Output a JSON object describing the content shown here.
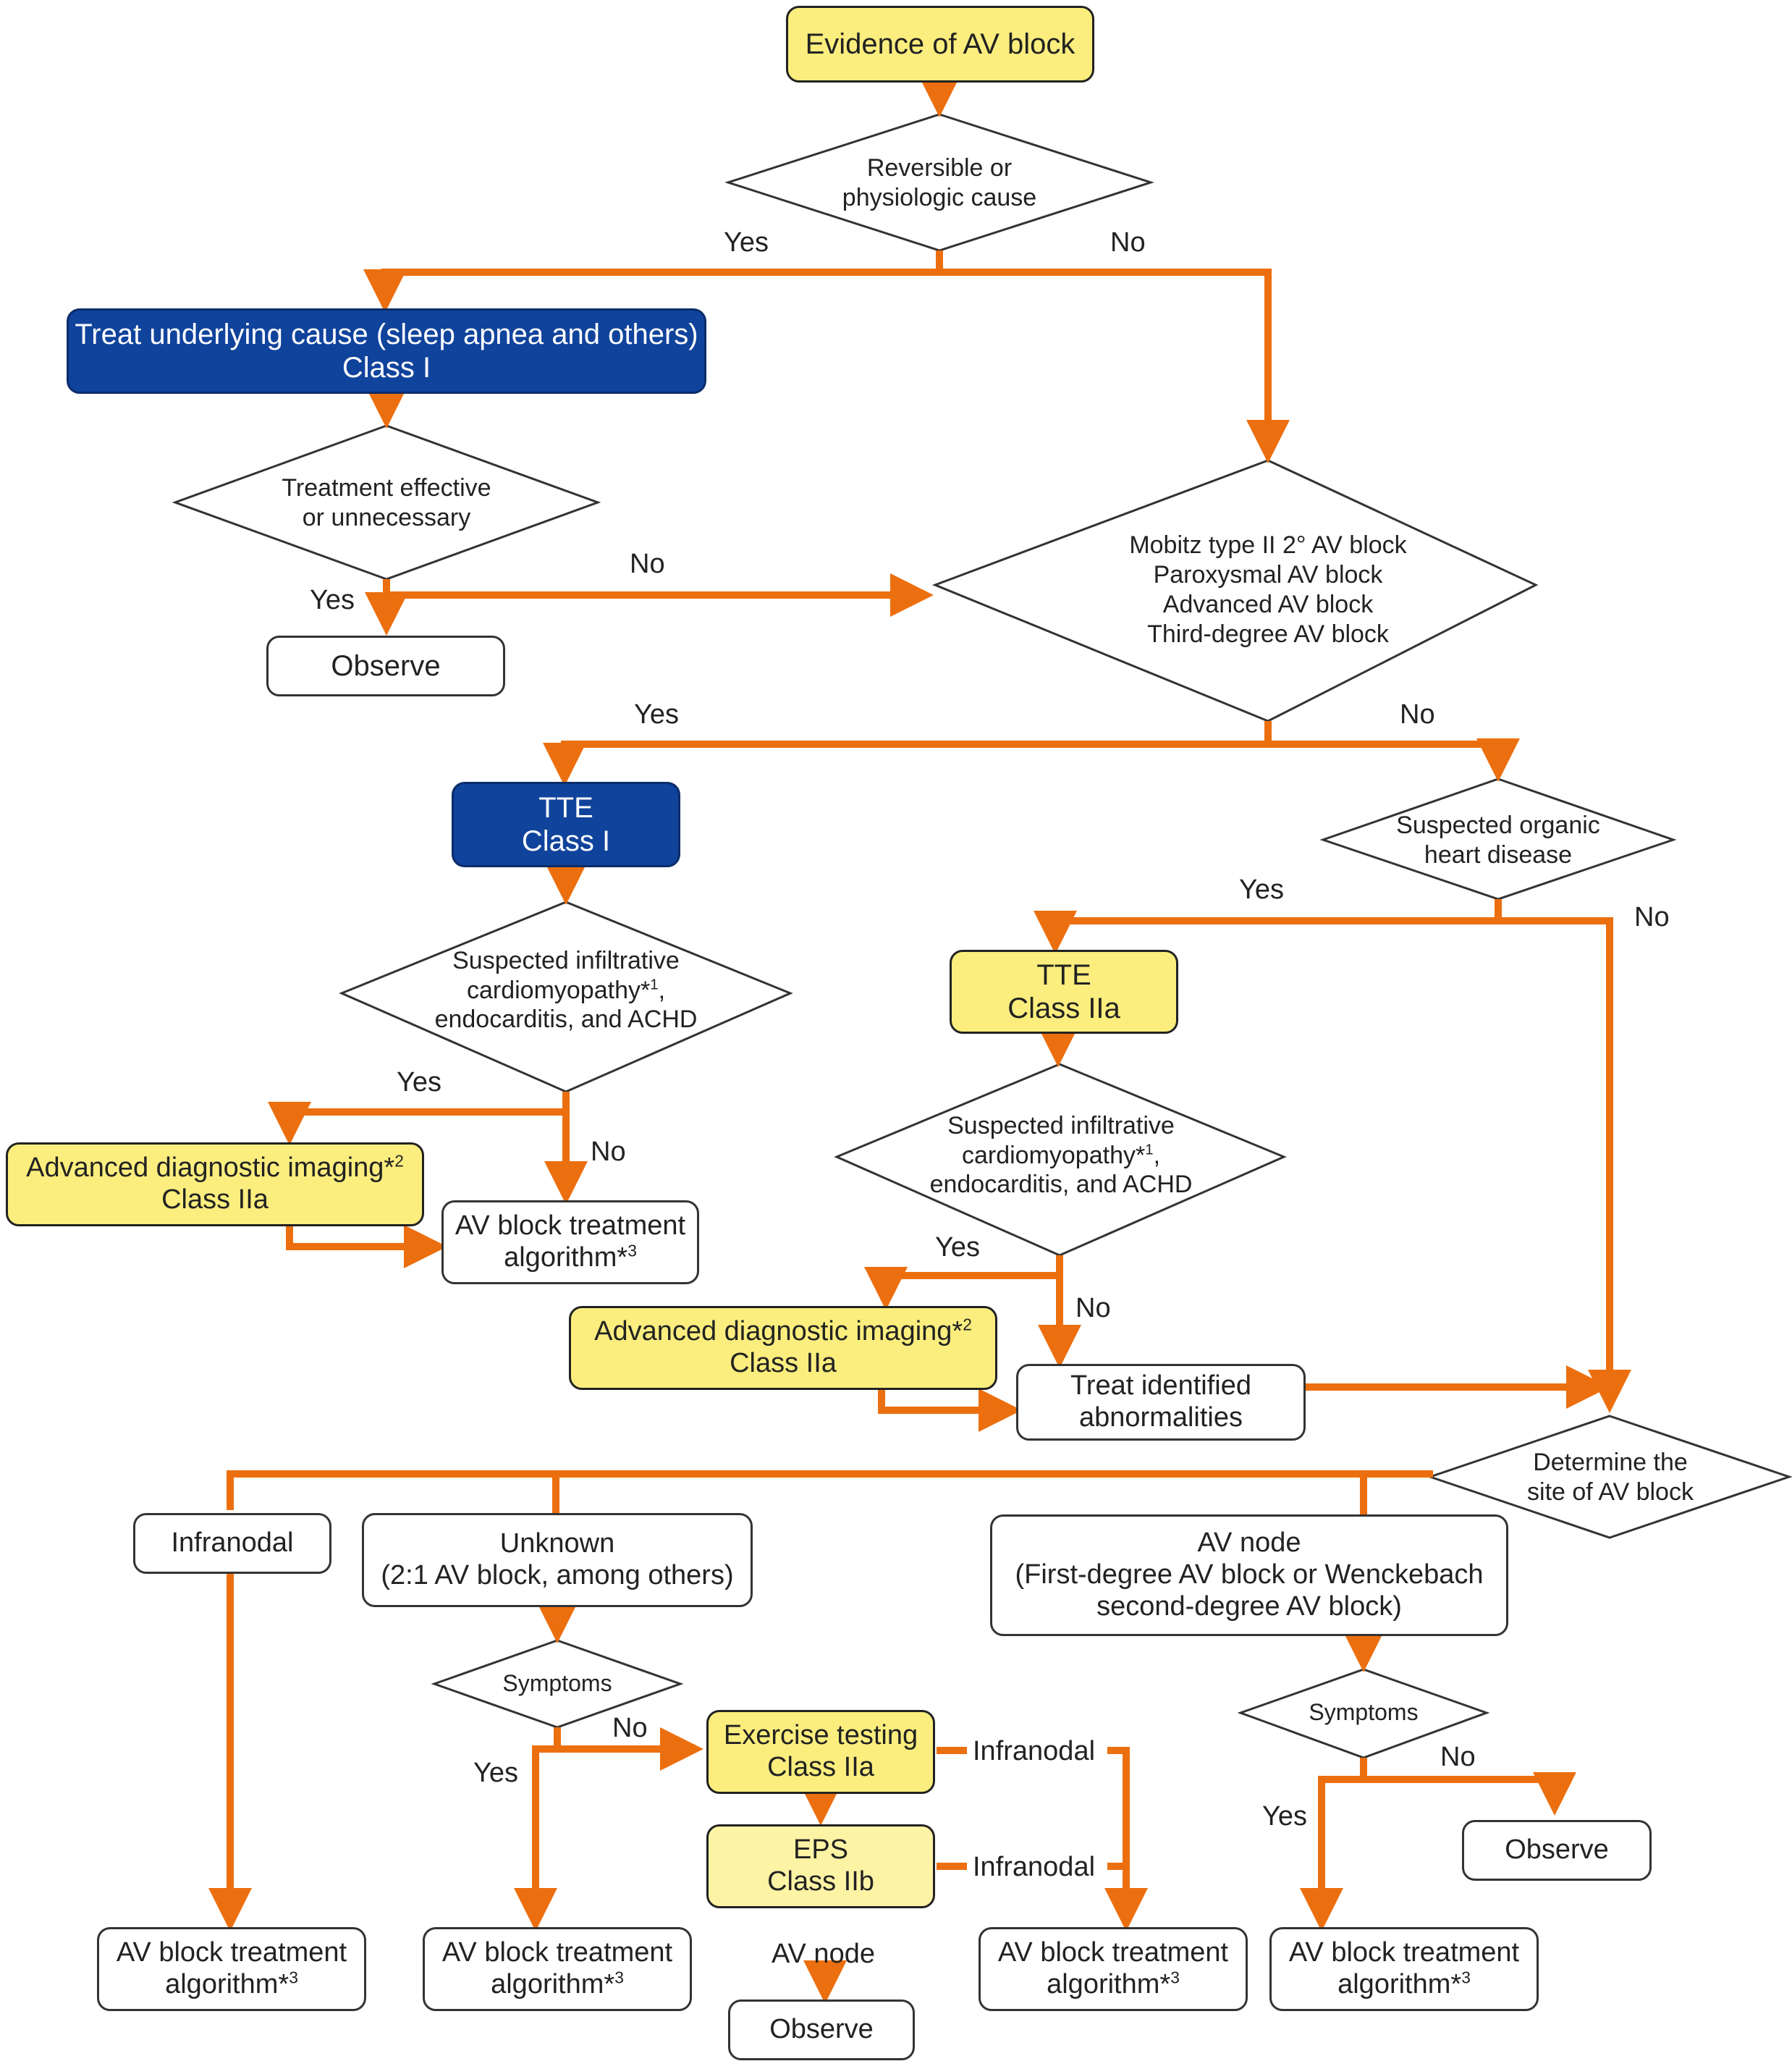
{
  "start": "Evidence of AV block",
  "d_reversible": [
    "Reversible or",
    "physiologic cause"
  ],
  "treat_cause": [
    "Treat underlying cause (sleep apnea and others)",
    "Class I"
  ],
  "d_effective": [
    "Treatment effective",
    "or unnecessary"
  ],
  "observe_1": "Observe",
  "d_mobitz": [
    "Mobitz type II 2° AV block",
    "Paroxysmal AV block",
    "Advanced AV block",
    "Third-degree AV block"
  ],
  "tte_left": [
    "TTE",
    "Class I"
  ],
  "d_organic": [
    "Suspected organic",
    "heart disease"
  ],
  "tte_right": [
    "TTE",
    "Class IIa"
  ],
  "d_infil_left": [
    "Suspected infiltrative",
    "cardiomyopathy*",
    "1",
    ",",
    "endocarditis, and ACHD"
  ],
  "d_infil_right": [
    "Suspected infiltrative",
    "cardiomyopathy*",
    "1",
    ",",
    "endocarditis, and ACHD"
  ],
  "adv_left": [
    "Advanced diagnostic imaging*",
    "2",
    "Class IIa"
  ],
  "adv_right": [
    "Advanced diagnostic imaging*",
    "2",
    "Class IIa"
  ],
  "algo_common": [
    "AV block treatment",
    "algorithm*",
    "3"
  ],
  "treat_identified": [
    "Treat identified",
    "abnormalities"
  ],
  "d_site": [
    "Determine the",
    "site of AV block"
  ],
  "infranodal_box": "Infranodal",
  "unknown_box": [
    "Unknown",
    "(2:1 AV block, among others)"
  ],
  "avnode_box": [
    "AV node",
    "(First-degree AV block or Wenckebach",
    "second-degree AV block)"
  ],
  "symptoms": "Symptoms",
  "exercise": [
    "Exercise testing",
    "Class IIa"
  ],
  "eps": [
    "EPS",
    "Class IIb"
  ],
  "observe": "Observe",
  "labels": {
    "yes": "Yes",
    "no": "No",
    "infranodal": "Infranodal",
    "av_node": "AV node"
  },
  "colors": {
    "arrow": "#ec6f0f",
    "blue_box": "#10439c",
    "yellow_box": "#fbee7e",
    "pale_yellow_box": "#fdf3a4"
  }
}
